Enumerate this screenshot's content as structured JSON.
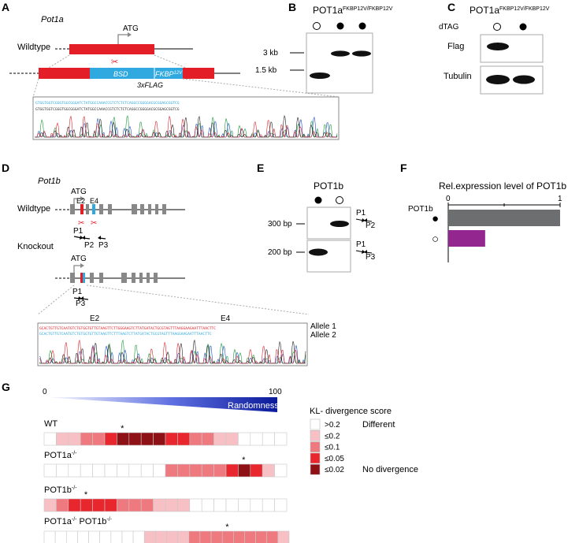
{
  "panels": {
    "a": {
      "letter": "A",
      "gene": "Pot1a",
      "wildtype": "Wildtype",
      "atg": "ATG",
      "bsd": "BSD",
      "fkbp": "FKBP",
      "fkbp_sup": "12V",
      "flag": "3xFLAG",
      "seq_top": "GTGGTGGTCGGGTGGCGGGATCTATGGCCAAACCGTCTCTCTCAGGCCGGGGACGCGGAGCGGTCG",
      "seq_bot": "GTGGTGGTCGGGTGGCGGGATCTATGGCCAAACCGTCTCTCTCAGGCCGGGGACGCGGAGCGGTCG"
    },
    "b": {
      "letter": "B",
      "title": "POT1a",
      "title_sup": "FKBP12V/FKBP12V",
      "ladder": [
        "3 kb",
        "1.5 kb"
      ]
    },
    "c": {
      "letter": "C",
      "title": "POT1a",
      "title_sup": "FKBP12V/FKBP12V",
      "dtag": "dTAG",
      "rows": [
        "Flag",
        "Tubulin"
      ]
    },
    "d": {
      "letter": "D",
      "gene": "Pot1b",
      "wildtype": "Wildtype",
      "knockout": "Knockout",
      "atg": "ATG",
      "e2": "E2",
      "e4": "E4",
      "p1": "P1",
      "p2": "P2",
      "p3": "P3",
      "allele1": "Allele 1",
      "allele2": "Allele 2",
      "seq_top": "GCACTGTTGTCAATGTCTGTGGTGTTGTAAGTTCTTGGGAAGTCTTATGATACTGCGTAGTTTAAGGAAGAATTTAACTTC",
      "seq_bot": "GCACTGTTGTCAATGTCTGTGGTGTTGTAAGTTCTTTAAGTCTTATGATACTGCGTAGTTTAAGGAAGAATTTAACTTC"
    },
    "e": {
      "letter": "E",
      "title": "POT1b",
      "ladder": [
        "300 bp",
        "200 bp"
      ],
      "primers_top": [
        "P1",
        "P2"
      ],
      "primers_bot": [
        "P1",
        "P3"
      ]
    },
    "f": {
      "letter": "F",
      "title": "Rel.expression level of POT1b",
      "row_label": "POT1b"
    },
    "g": {
      "letter": "G",
      "grad_min": "0",
      "grad_max": "100",
      "grad_label": "Randomness",
      "legend_title": "KL- divergence score",
      "legend": [
        {
          "label": ">0.2",
          "color": "#ffffff",
          "note": "Different"
        },
        {
          "label": "≤0.2",
          "color": "#f7c0c4",
          "note": ""
        },
        {
          "label": "≤0.1",
          "color": "#ee7a80",
          "note": ""
        },
        {
          "label": "≤0.05",
          "color": "#e8262e",
          "note": ""
        },
        {
          "label": "≤0.02",
          "color": "#8e1116",
          "note": "No divergence"
        }
      ],
      "rows": [
        {
          "label": "WT",
          "sup": "",
          "label2": "",
          "sup2": "",
          "cells": [
            0,
            1,
            1,
            2,
            2,
            3,
            4,
            4,
            4,
            4,
            3,
            3,
            2,
            2,
            1,
            1,
            0,
            0,
            0,
            0
          ],
          "star": 6
        },
        {
          "label": "POT1a",
          "sup": "-/-",
          "label2": "",
          "sup2": "",
          "cells": [
            0,
            0,
            0,
            0,
            0,
            0,
            0,
            0,
            0,
            0,
            2,
            2,
            2,
            2,
            2,
            3,
            4,
            3,
            1,
            0
          ],
          "star": 16
        },
        {
          "label": "POT1b",
          "sup": "-/-",
          "label2": "",
          "sup2": "",
          "cells": [
            1,
            2,
            3,
            3,
            3,
            3,
            2,
            2,
            2,
            1,
            1,
            1,
            0,
            0,
            0,
            0,
            0,
            0,
            0,
            0
          ],
          "star": 3
        },
        {
          "label": "POT1a",
          "sup": "-/-",
          "label2": " POT1b",
          "sup2": "-/-",
          "cells": [
            0,
            0,
            0,
            0,
            0,
            0,
            0,
            0,
            0,
            1,
            1,
            1,
            1,
            2,
            2,
            2,
            2,
            2,
            2,
            2,
            2,
            1
          ],
          "star": 16
        }
      ]
    }
  },
  "chart_data": {
    "type": "bar",
    "title": "Rel.expression level of POT1b",
    "categories": [
      "●",
      "○"
    ],
    "values": [
      1.0,
      0.33
    ],
    "bar_colors": [
      "#6d6e70",
      "#93278f"
    ],
    "xlim": [
      0,
      1
    ],
    "xticks": [
      0,
      1
    ],
    "xlabel": "",
    "ylabel": "POT1b",
    "grid": false
  }
}
